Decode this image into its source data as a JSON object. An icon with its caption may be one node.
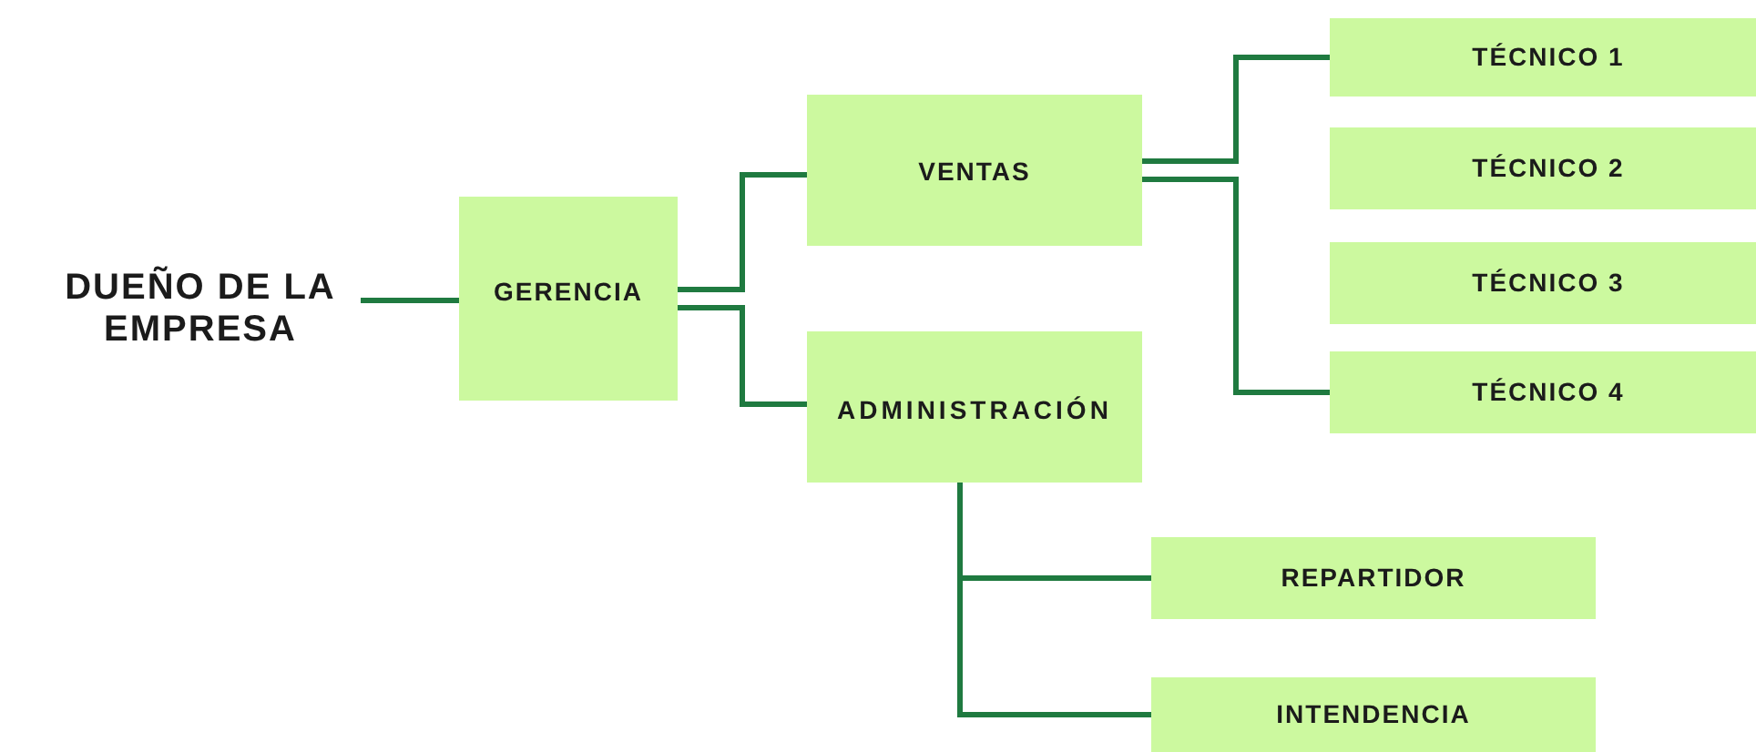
{
  "diagram": {
    "nodes": [
      {
        "text": [
          "DUEÑO DE LA EMPRESA"
        ]
      },
      {
        "text": [
          "GERENCIA"
        ]
      },
      {
        "text": [
          "VENTAS"
        ]
      },
      {
        "text": [
          "ADMINISTRACIÓN"
        ]
      },
      {
        "text": [
          "TÉCNICO 1"
        ]
      },
      {
        "text": [
          "TÉCNICO 2"
        ]
      },
      {
        "text": [
          "TÉCNICO 3"
        ]
      },
      {
        "text": [
          "TÉCNICO 4"
        ]
      },
      {
        "text": [
          "REPARTIDOR"
        ]
      },
      {
        "text": [
          "INTENDENCIA"
        ]
      }
    ],
    "edges": [
      {
        "from": 0,
        "to": 1,
        "arrow": "none"
      },
      {
        "from": 1,
        "to": 2,
        "arrow": "none"
      },
      {
        "from": 1,
        "to": 3,
        "arrow": "none"
      },
      {
        "from": 2,
        "to": 4,
        "arrow": "none"
      },
      {
        "from": 2,
        "to": 7,
        "arrow": "none"
      },
      {
        "from": 3,
        "to": 8,
        "arrow": "none"
      },
      {
        "from": 3,
        "to": 9,
        "arrow": "none"
      }
    ]
  }
}
